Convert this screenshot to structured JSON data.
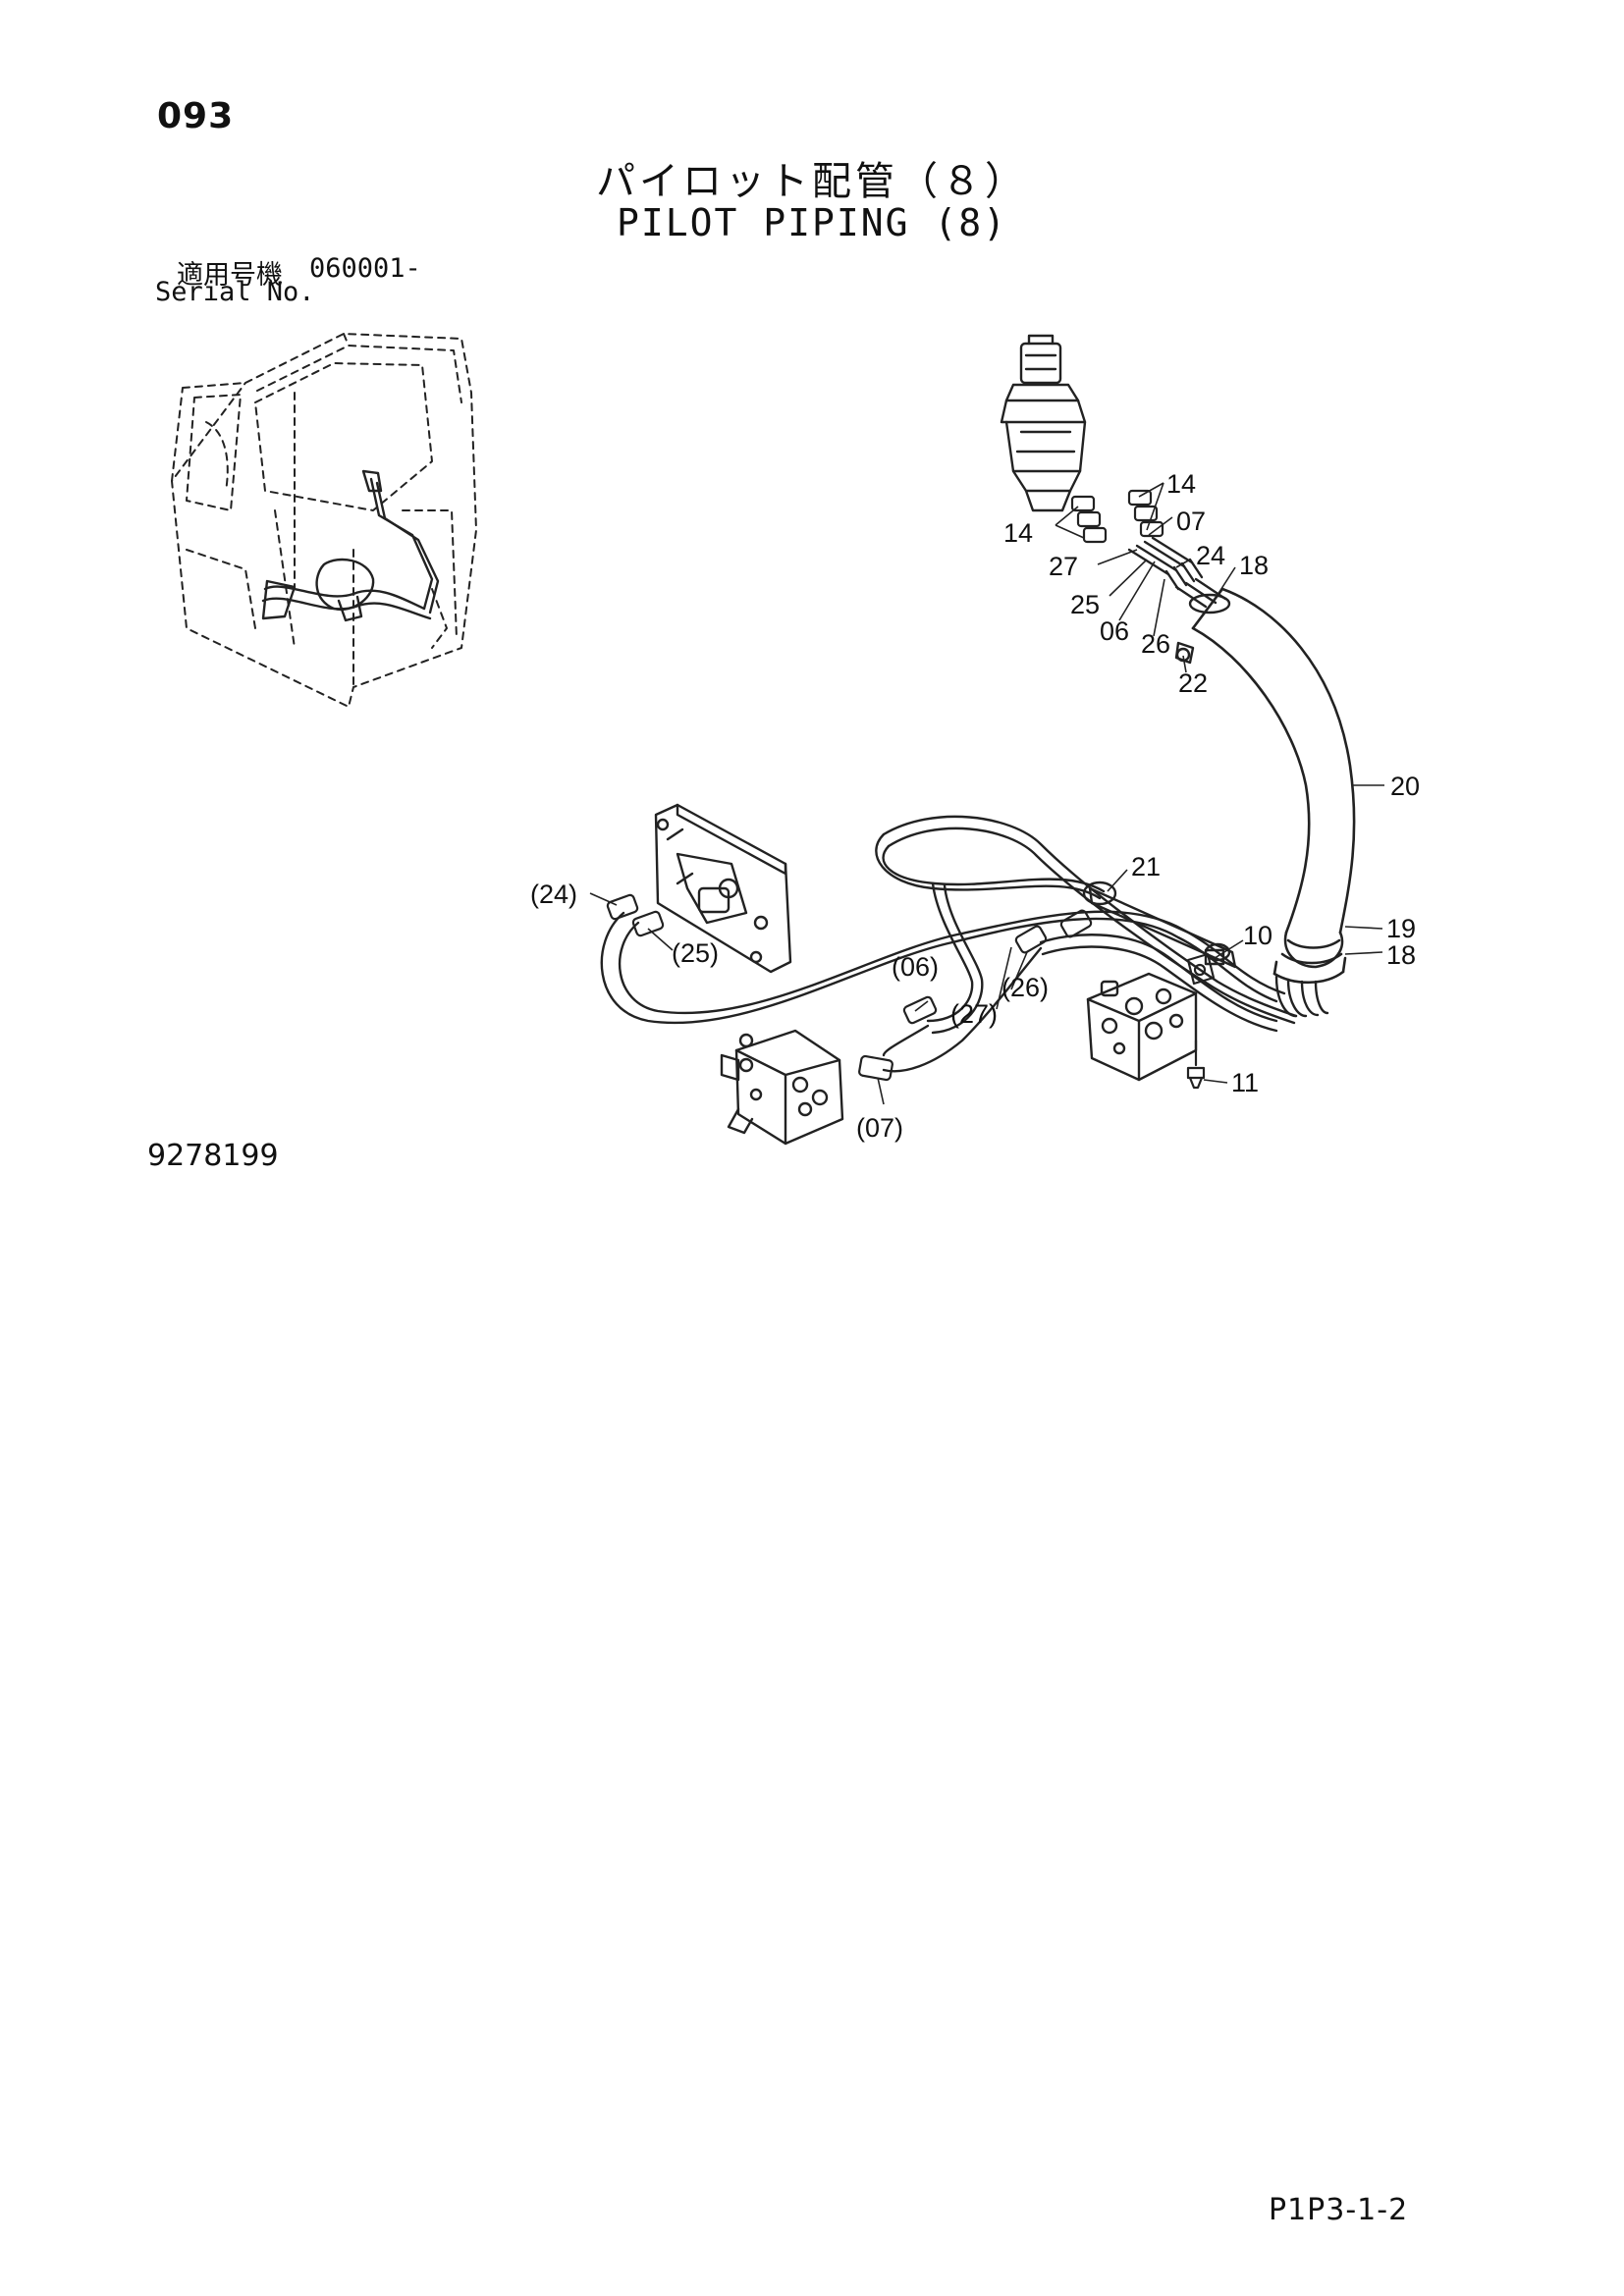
{
  "header": {
    "page_number": "093",
    "title_jp": "パイロット配管（８）",
    "title_en": "PILOT PIPING (8)",
    "serial_label_jp": "適用号機",
    "serial_value": "060001-",
    "serial_label_en": "Serial No."
  },
  "footer": {
    "drawing_number": "9278199",
    "page_code": "P1P3-1-2"
  },
  "callouts": [
    {
      "id": "c14a",
      "label": "14"
    },
    {
      "id": "c14b",
      "label": "14"
    },
    {
      "id": "c07",
      "label": "07"
    },
    {
      "id": "c27",
      "label": "27"
    },
    {
      "id": "c24",
      "label": "24"
    },
    {
      "id": "c18a",
      "label": "18"
    },
    {
      "id": "c25",
      "label": "25"
    },
    {
      "id": "c06",
      "label": "06"
    },
    {
      "id": "c26",
      "label": "26"
    },
    {
      "id": "c22",
      "label": "22"
    },
    {
      "id": "c20",
      "label": "20"
    },
    {
      "id": "c21",
      "label": "21"
    },
    {
      "id": "c24p",
      "label": "(24)"
    },
    {
      "id": "c10",
      "label": "10"
    },
    {
      "id": "c19",
      "label": "19"
    },
    {
      "id": "c18b",
      "label": "18"
    },
    {
      "id": "c25p",
      "label": "(25)"
    },
    {
      "id": "c06p",
      "label": "(06)"
    },
    {
      "id": "c26p",
      "label": "(26)"
    },
    {
      "id": "c27p",
      "label": "(27)"
    },
    {
      "id": "c11",
      "label": "11"
    },
    {
      "id": "c07p",
      "label": "(07)"
    }
  ]
}
